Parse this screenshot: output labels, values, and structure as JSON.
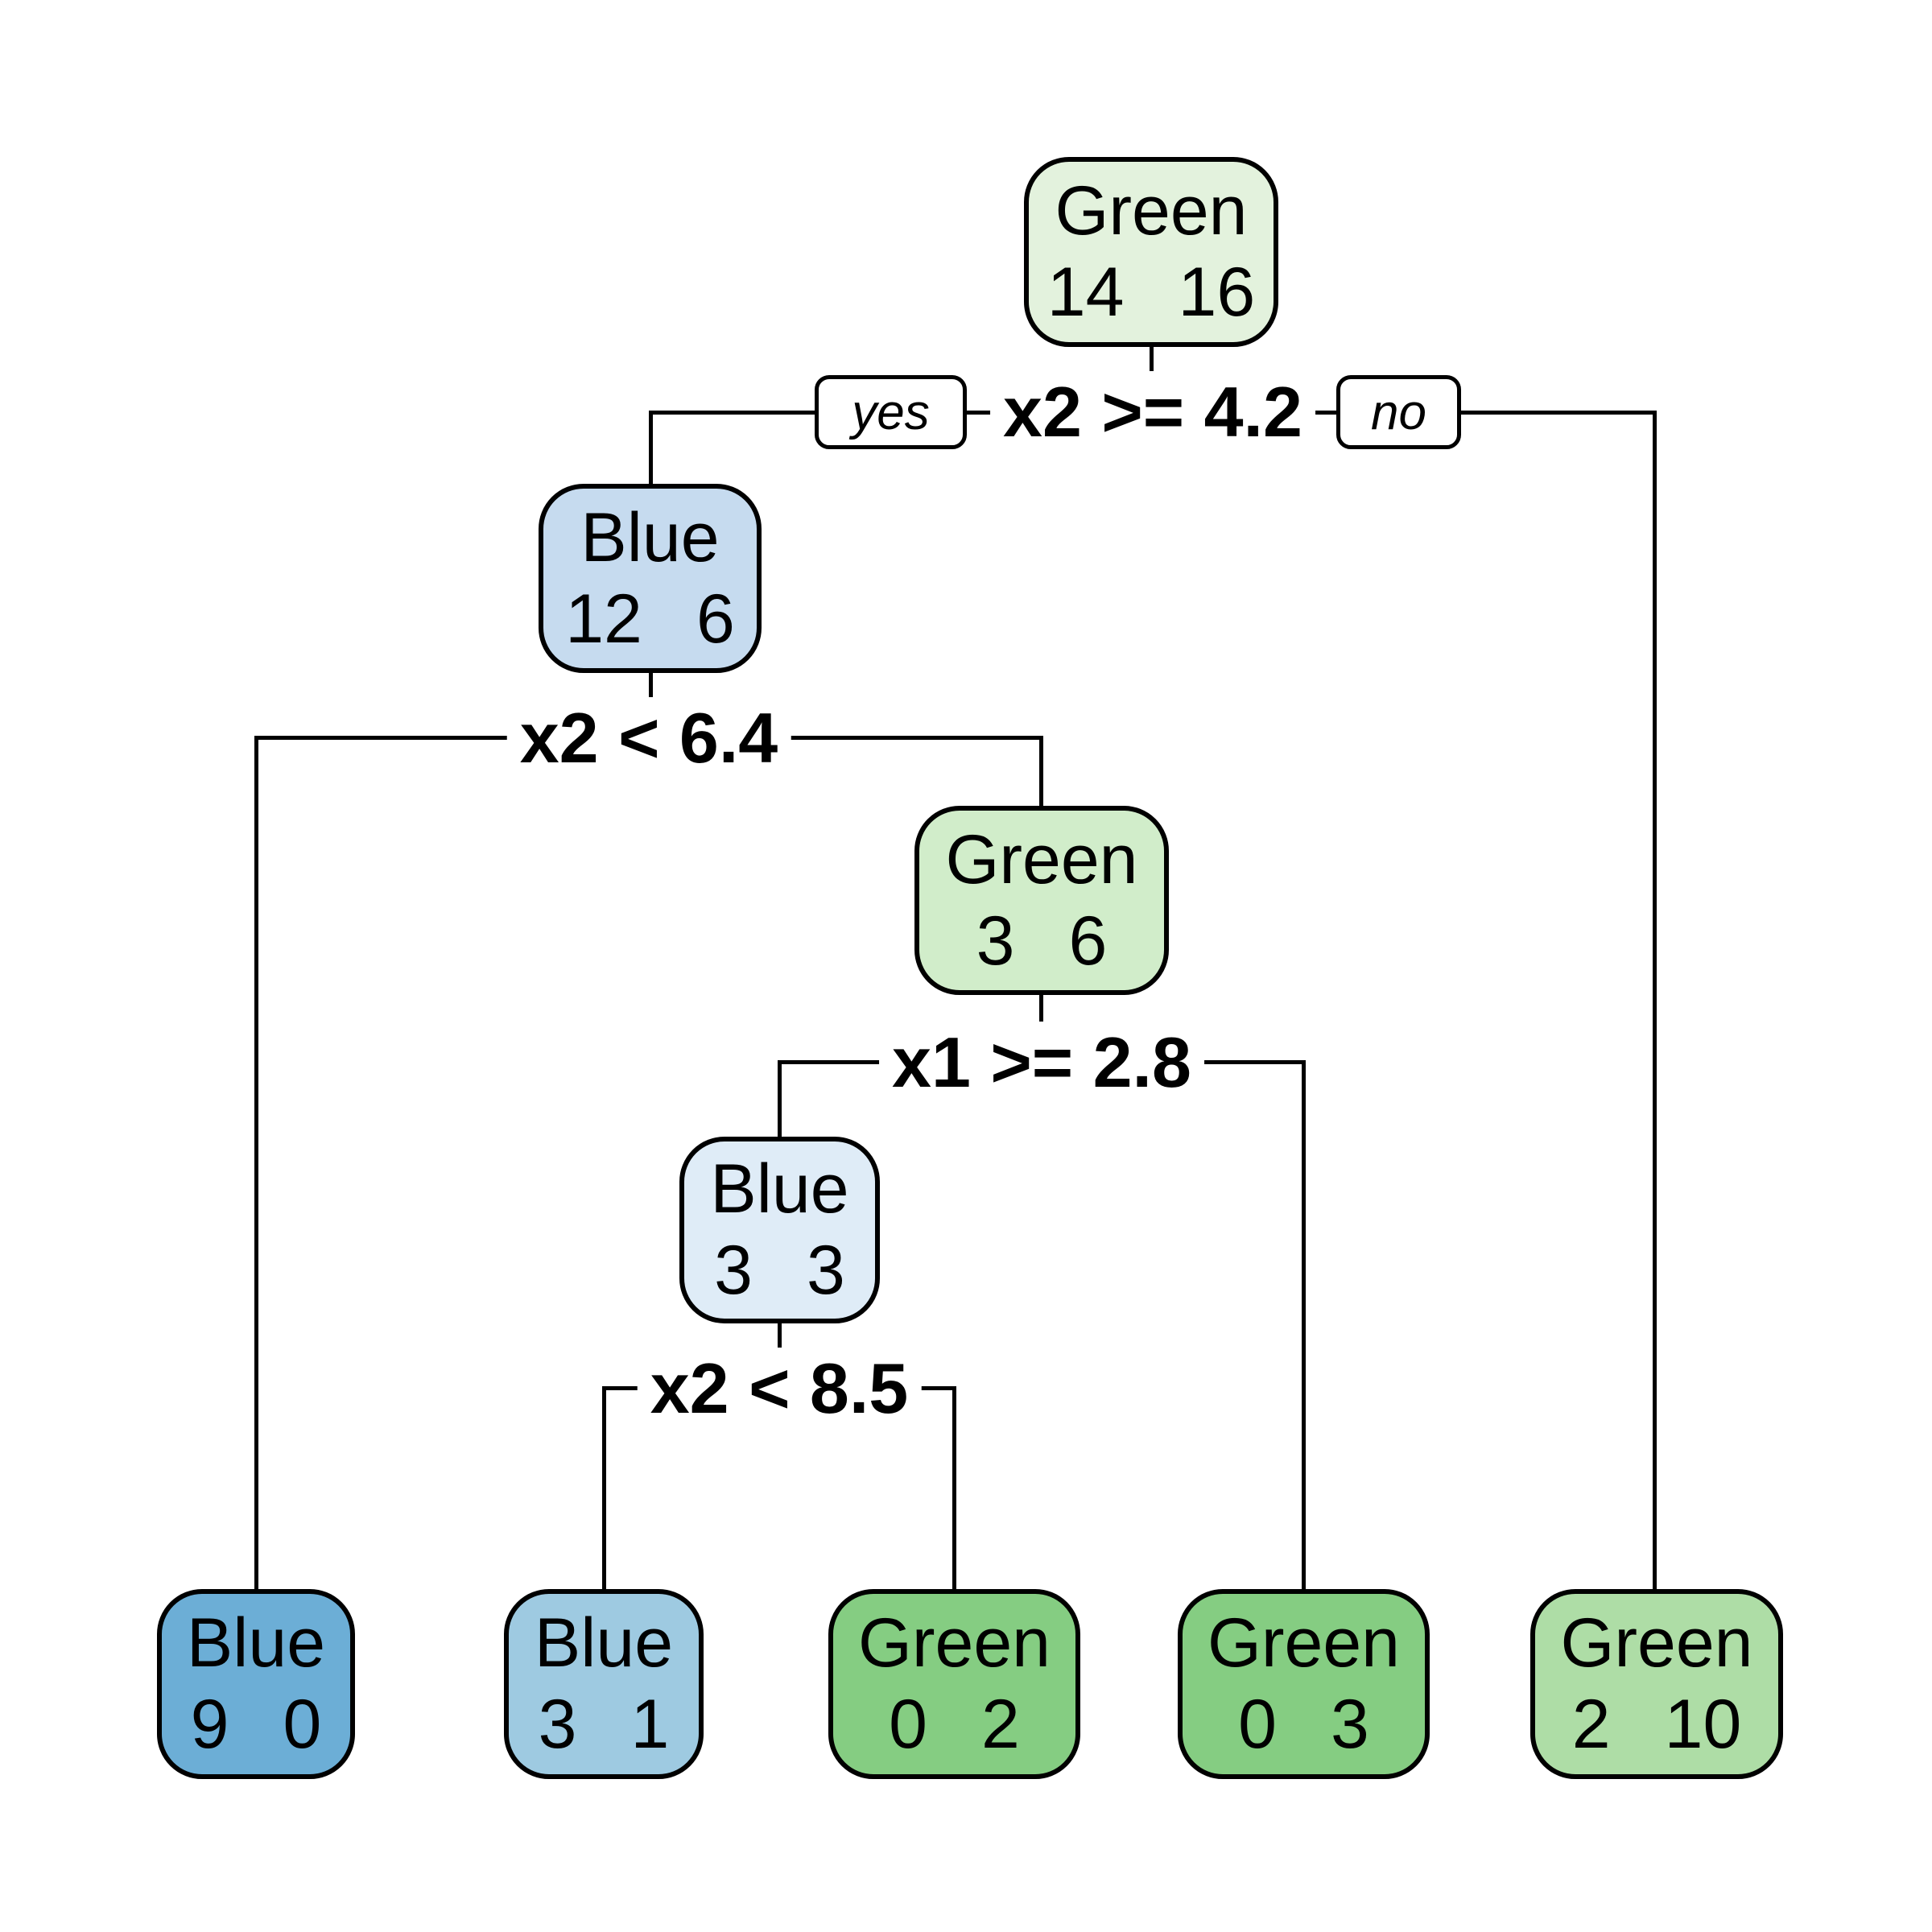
{
  "tree": {
    "kind": "decision-tree",
    "background_color": "#ffffff",
    "line_color": "#000000",
    "branch_labels": {
      "yes": "yes",
      "no": "no"
    },
    "splits": [
      {
        "condition": "x2 >= 4.2"
      },
      {
        "condition": "x2 < 6.4"
      },
      {
        "condition": "x1 >= 2.8"
      },
      {
        "condition": "x2 < 8.5"
      }
    ],
    "nodes": [
      {
        "id": "root",
        "label": "Green",
        "counts": [
          14,
          16
        ],
        "fill": "#e3f2dd"
      },
      {
        "id": "blue-12-6",
        "label": "Blue",
        "counts": [
          12,
          6
        ],
        "fill": "#c6dbef"
      },
      {
        "id": "green-3-6",
        "label": "Green",
        "counts": [
          3,
          6
        ],
        "fill": "#d1edca"
      },
      {
        "id": "blue-3-3",
        "label": "Blue",
        "counts": [
          3,
          3
        ],
        "fill": "#dfecf7"
      },
      {
        "id": "blue-9-0",
        "label": "Blue",
        "counts": [
          9,
          0
        ],
        "fill": "#6caed6"
      },
      {
        "id": "blue-3-1",
        "label": "Blue",
        "counts": [
          3,
          1
        ],
        "fill": "#9ecae1"
      },
      {
        "id": "green-0-2",
        "label": "Green",
        "counts": [
          0,
          2
        ],
        "fill": "#85cd82"
      },
      {
        "id": "green-0-3",
        "label": "Green",
        "counts": [
          0,
          3
        ],
        "fill": "#85cd82"
      },
      {
        "id": "green-2-10",
        "label": "Green",
        "counts": [
          2,
          10
        ],
        "fill": "#aedda6"
      }
    ]
  }
}
